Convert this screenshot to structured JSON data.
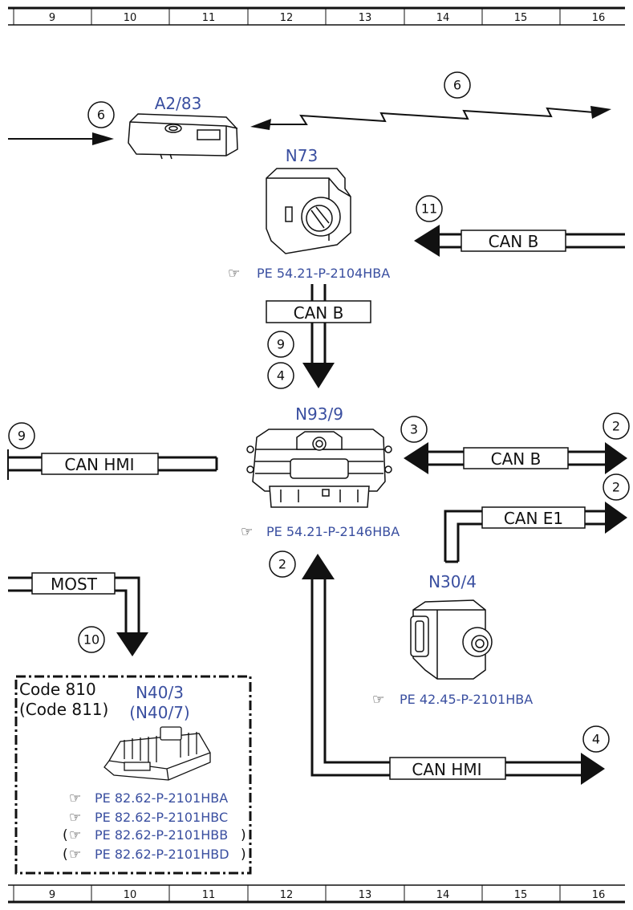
{
  "ruler": {
    "top": [
      "9",
      "10",
      "11",
      "12",
      "13",
      "14",
      "15",
      "16"
    ],
    "bottom": [
      "9",
      "10",
      "11",
      "12",
      "13",
      "14",
      "15",
      "16"
    ]
  },
  "components": {
    "a2_83": "A2/83",
    "n73": "N73",
    "n93_9": "N93/9",
    "n30_4": "N30/4",
    "n40_3": "N40/3",
    "n40_7": "(N40/7)",
    "code_810": "Code 810",
    "code_811": "(Code 811)"
  },
  "references": {
    "n73": "PE 54.21-P-2104HBA",
    "n93_9": "PE 54.21-P-2146HBA",
    "n30_4": "PE 42.45-P-2101HBA",
    "n40_a": "PE 82.62-P-2101HBA",
    "n40_b": "PE 82.62-P-2101HBC",
    "n40_c": "PE 82.62-P-2101HBB",
    "n40_d": "PE 82.62-P-2101HBD"
  },
  "bus_labels": {
    "can_b_top": "CAN B",
    "can_b_mid": "CAN B",
    "can_b_right": "CAN B",
    "can_hmi_left": "CAN HMI",
    "can_e1": "CAN E1",
    "most": "MOST",
    "can_hmi_bottom": "CAN HMI"
  },
  "circle_numbers": {
    "c6_left": "6",
    "c6_top": "6",
    "c11": "11",
    "c9_mid": "9",
    "c4_mid": "4",
    "c9_left": "9",
    "c3": "3",
    "c2_right_a": "2",
    "c2_right_b": "2",
    "c2_mid": "2",
    "c10": "10",
    "c4_bottom": "4"
  },
  "paren": {
    "open": "(",
    "close": ")"
  }
}
